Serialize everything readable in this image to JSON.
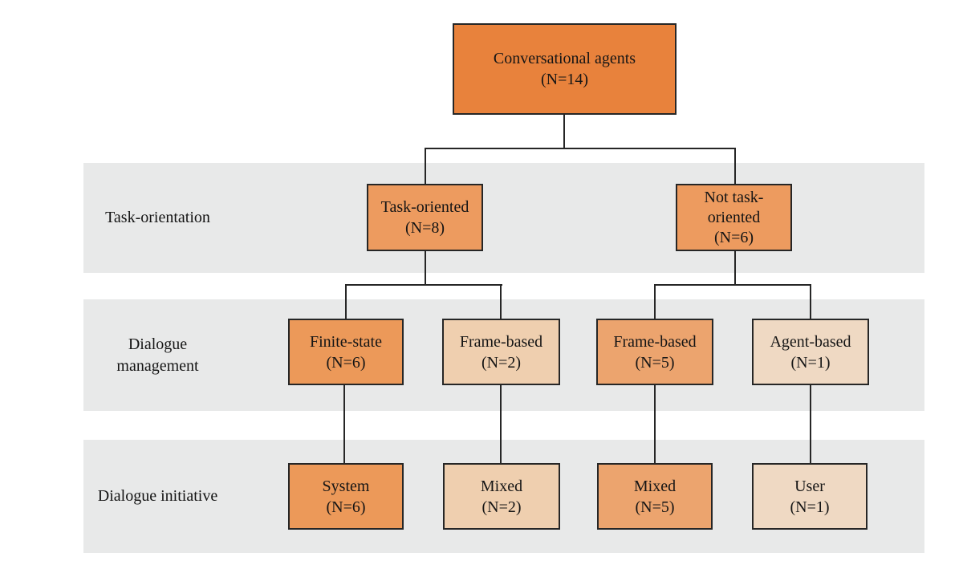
{
  "colors": {
    "band_bg": "#E8E9E9",
    "line": "#262626",
    "root_orange": "#E8823C",
    "orange_n8": "#ED9B5F",
    "orange_n6": "#EC9959",
    "orange_n5": "#ECA46E",
    "peach_n2": "#EFCFAF",
    "peach_n1": "#EFD9C3"
  },
  "bands": [
    {
      "label": "Task-orientation"
    },
    {
      "label": "Dialogue management"
    },
    {
      "label": "Dialogue initiative"
    }
  ],
  "nodes": {
    "root": {
      "label": "Conversational agents",
      "count": "(N=14)",
      "color": "#E8823C",
      "children": [
        "task_oriented",
        "not_task_oriented"
      ]
    },
    "task_oriented": {
      "label": "Task-oriented",
      "count": "(N=8)",
      "color": "#ED9B5F",
      "children": [
        "finite_state",
        "frame_based_2"
      ]
    },
    "not_task_oriented": {
      "label": "Not task-oriented",
      "count": "(N=6)",
      "color": "#ED9B5F",
      "children": [
        "frame_based_5",
        "agent_based"
      ]
    },
    "finite_state": {
      "label": "Finite-state",
      "count": "(N=6)",
      "color": "#EC9959",
      "children": [
        "system"
      ]
    },
    "frame_based_2": {
      "label": "Frame-based",
      "count": "(N=2)",
      "color": "#EFCFAF",
      "children": [
        "mixed_2"
      ]
    },
    "frame_based_5": {
      "label": "Frame-based",
      "count": "(N=5)",
      "color": "#ECA46E",
      "children": [
        "mixed_5"
      ]
    },
    "agent_based": {
      "label": "Agent-based",
      "count": "(N=1)",
      "color": "#EFD9C3",
      "children": [
        "user"
      ]
    },
    "system": {
      "label": "System",
      "count": "(N=6)",
      "color": "#EC9959",
      "children": []
    },
    "mixed_2": {
      "label": "Mixed",
      "count": "(N=2)",
      "color": "#EFCFAF",
      "children": []
    },
    "mixed_5": {
      "label": "Mixed",
      "count": "(N=5)",
      "color": "#ECA46E",
      "children": []
    },
    "user": {
      "label": "User",
      "count": "(N=1)",
      "color": "#EFD9C3",
      "children": []
    }
  }
}
